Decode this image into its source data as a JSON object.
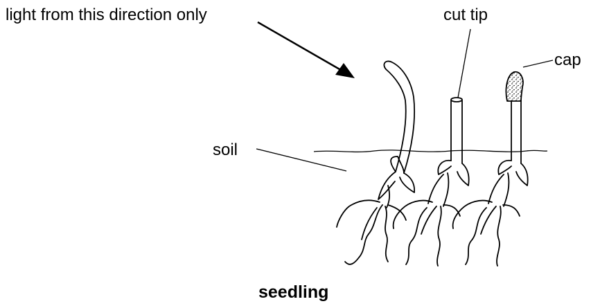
{
  "labels": {
    "light": "light from this direction only",
    "cut_tip": "cut tip",
    "cap": "cap",
    "soil": "soil"
  },
  "caption": "seedling",
  "colors": {
    "ink": "#000000",
    "background": "#ffffff"
  }
}
